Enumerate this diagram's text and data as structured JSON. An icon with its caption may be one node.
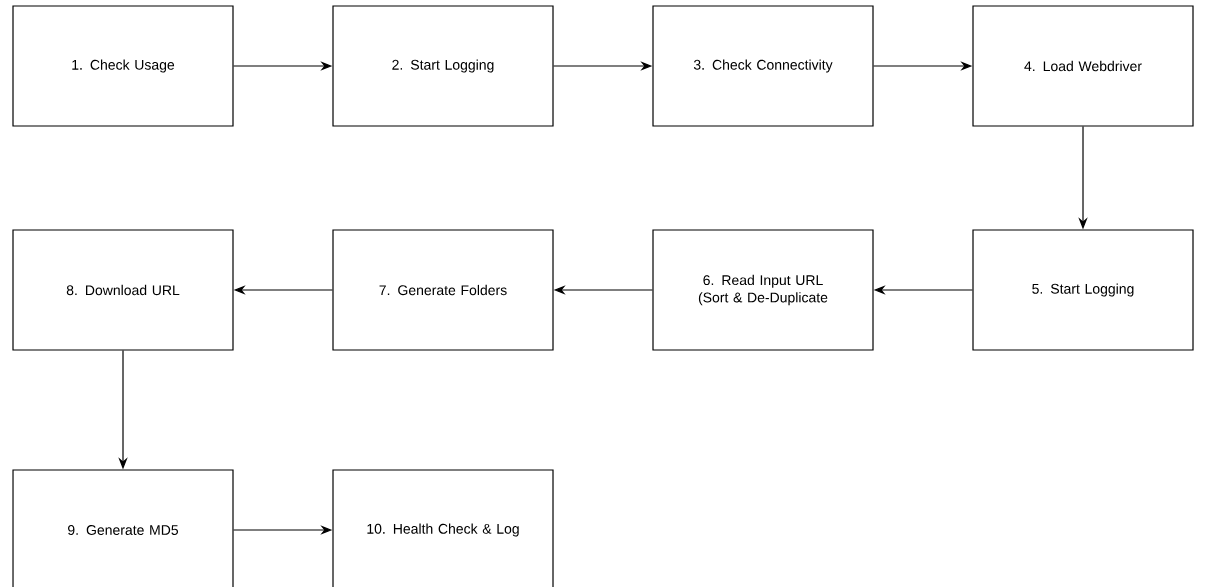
{
  "diagram": {
    "nodes": [
      {
        "text": [
          "1. Check Usage"
        ]
      },
      {
        "text": [
          "2. Start Logging"
        ]
      },
      {
        "text": [
          "3. Check Connectivity"
        ]
      },
      {
        "text": [
          "4. Load Webdriver"
        ]
      },
      {
        "text": [
          "5. Start Logging"
        ]
      },
      {
        "text": [
          "6. Read Input URL (Sort & De-Duplicate"
        ]
      },
      {
        "text": [
          "7. Generate Folders"
        ]
      },
      {
        "text": [
          "8. Download URL"
        ]
      },
      {
        "text": [
          "9. Generate MD5"
        ]
      },
      {
        "text": [
          "10. Health Check & Log"
        ]
      }
    ],
    "edges": [
      {
        "from": 0,
        "to": 1,
        "arrow": "to"
      },
      {
        "from": 1,
        "to": 2,
        "arrow": "to"
      },
      {
        "from": 2,
        "to": 3,
        "arrow": "to"
      },
      {
        "from": 3,
        "to": 4,
        "arrow": "to"
      },
      {
        "from": 4,
        "to": 5,
        "arrow": "to"
      },
      {
        "from": 5,
        "to": 6,
        "arrow": "to"
      },
      {
        "from": 6,
        "to": 7,
        "arrow": "to"
      },
      {
        "from": 7,
        "to": 8,
        "arrow": "to"
      },
      {
        "from": 8,
        "to": 9,
        "arrow": "to"
      }
    ]
  }
}
